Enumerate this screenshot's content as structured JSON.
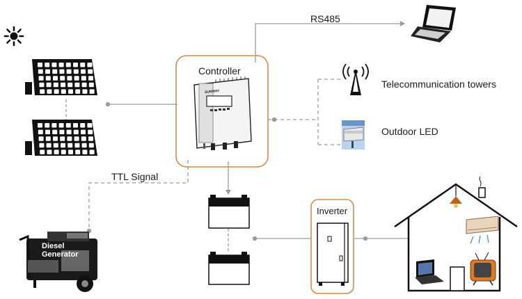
{
  "labels": {
    "rs485": "RS485",
    "controller": "Controller",
    "telecom": "Telecommunication towers",
    "outdoor_led": "Outdoor LED",
    "ttl_signal": "TTL Signal",
    "inverter": "Inverter",
    "brand": "SUNWAY",
    "generator_line1": "Diesel",
    "generator_line2": "Generator"
  },
  "icons": {
    "sun": "sun-icon",
    "solar_panel": "solar-panel-icon",
    "laptop": "laptop-icon",
    "tower": "telecom-tower-icon",
    "billboard": "billboard-icon",
    "battery": "battery-icon",
    "inverter": "inverter-cabinet-icon",
    "generator": "diesel-generator-icon",
    "house": "house-icon"
  },
  "colors": {
    "box_border": "#d9894a",
    "connector": "#9a9a9a",
    "outline": "#111111"
  }
}
